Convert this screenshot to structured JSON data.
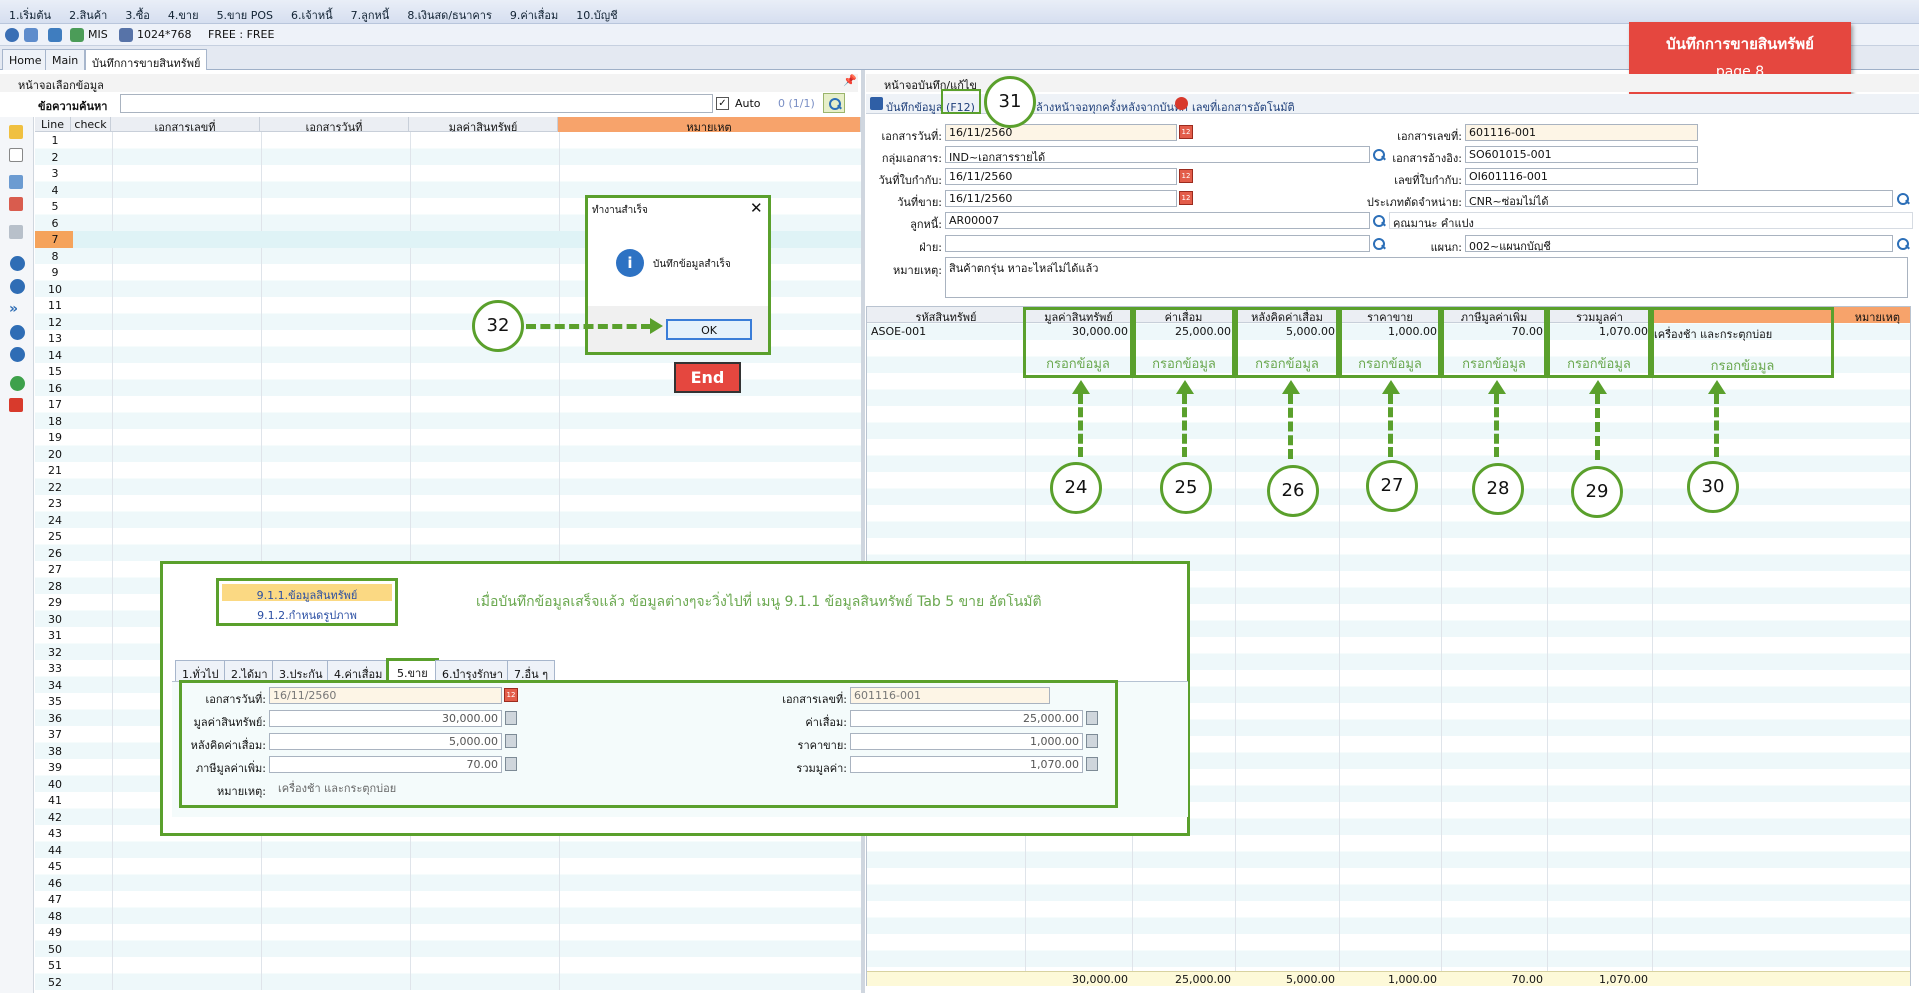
{
  "menu": [
    "1.เริ่มต้น",
    "2.สินค้า",
    "3.ซื้อ",
    "4.ขาย",
    "5.ขาย POS",
    "6.เจ้าหนี้",
    "7.ลูกหนี้",
    "8.เงินสด/ธนาคาร",
    "9.ค่าเสื่อม",
    "10.บัญชี"
  ],
  "toolbar": {
    "mis": "MIS",
    "resolution": "1024*768",
    "free": "FREE : FREE"
  },
  "tabs": [
    "Home",
    "Main",
    "บันทึกการขายสินทรัพย์"
  ],
  "page_badge": {
    "title": "บันทึกการขายสินทรัพย์",
    "page": "page 8",
    "color": "#e5473f"
  },
  "left": {
    "panel_title": "หน้าจอเลือกข้อมูล",
    "search_label": "ข้อความค้นหา",
    "auto_label": "Auto",
    "count": "0 (1/1)",
    "columns": [
      "Line",
      "check",
      "เอกสารเลขที่",
      "เอกสารวันที่",
      "มูลค่าสินทรัพย์",
      "หมายเหตุ"
    ],
    "rows": [
      "1",
      "2",
      "3",
      "4",
      "5",
      "6",
      "7",
      "8",
      "9",
      "10",
      "11",
      "12",
      "13",
      "14",
      "15",
      "16",
      "17",
      "18",
      "19",
      "20",
      "21",
      "22",
      "23",
      "24",
      "25",
      "26",
      "27",
      "28",
      "29",
      "30",
      "31",
      "32",
      "33",
      "34",
      "35",
      "36",
      "37",
      "38",
      "39",
      "40",
      "41",
      "42",
      "43",
      "44",
      "45",
      "46",
      "47",
      "48",
      "49",
      "50",
      "51",
      "52"
    ]
  },
  "dialog": {
    "title": "ทำงานสำเร็จ",
    "message": "บันทึกข้อมูลสำเร็จ",
    "ok": "OK"
  },
  "end_label": "End",
  "right": {
    "panel_title": "หน้าจอบันทึก/แก้ไข",
    "save_label": "บันทึกข้อมูล (F12)",
    "clear_label": "ล้างหน้าจอทุกครั้งหลังจากบันทึก",
    "auto_doc_label": "เลขที่เอกสารอัตโนมัติ",
    "form": {
      "doc_date_label": "เอกสารวันที่:",
      "doc_date": "16/11/2560",
      "doc_group_label": "กลุ่มเอกสาร:",
      "doc_group": "IND~เอกสารรายได้",
      "tax_date_label": "วันที่ใบกำกับ:",
      "tax_date": "16/11/2560",
      "sale_date_label": "วันที่ขาย:",
      "sale_date": "16/11/2560",
      "customer_label": "ลูกหนี้:",
      "customer": "AR00007",
      "customer_name": "คุณมานะ คำแปง",
      "dept_label": "ฝ่าย:",
      "dept": "",
      "remark_label": "หมายเหตุ:",
      "remark": "สินค้าตกรุ่น หาอะไหล่ไม่ได้แล้ว",
      "doc_no_label": "เอกสารเลขที่:",
      "doc_no": "601116-001",
      "ref_doc_label": "เอกสารอ้างอิง:",
      "ref_doc": "SO601015-001",
      "tax_no_label": "เลขที่ใบกำกับ:",
      "tax_no": "OI601116-001",
      "dispose_type_label": "ประเภทตัดจำหน่าย:",
      "dispose_type": "CNR~ซ่อมไม่ได้",
      "division_label": "แผนก:",
      "division": "002~แผนกบัญชี"
    },
    "columns": [
      "รหัสสินทรัพย์",
      "มูลค่าสินทรัพย์",
      "ค่าเสื่อม",
      "หลังคิดค่าเสื่อม",
      "ราคาขาย",
      "ภาษีมูลค่าเพิ่ม",
      "รวมมูลค่า",
      "หมายเหตุ"
    ],
    "row": [
      "ASOE-001",
      "30,000.00",
      "25,000.00",
      "5,000.00",
      "1,000.00",
      "70.00",
      "1,070.00",
      "เครื่องช้า และกระตุกบ่อย"
    ],
    "totals": [
      "30,000.00",
      "25,000.00",
      "5,000.00",
      "1,000.00",
      "70.00",
      "1,070.00"
    ],
    "fill_note": "กรอกข้อมูล"
  },
  "callouts": [
    "24",
    "25",
    "26",
    "27",
    "28",
    "29",
    "30",
    "31",
    "32"
  ],
  "info": {
    "menu_items": [
      "9.1.1.ข้อมูลสินทรัพย์",
      "9.1.2.กำหนดรูปภาพ"
    ],
    "note": "เมื่อบันทึกข้อมูลเสร็จแล้ว ข้อมูลต่างๆจะวิ่งไปที่ เมนู 9.1.1 ข้อมูลสินทรัพย์ Tab 5 ขาย อัตโนมัติ",
    "tabs": [
      "1.ทั่วไป",
      "2.ได้มา",
      "3.ประกัน",
      "4.ค่าเสื่อม",
      "5.ขาย",
      "6.บำรุงรักษา",
      "7.อื่น ๆ"
    ],
    "doc_date_label": "เอกสารวันที่:",
    "doc_date": "16/11/2560",
    "doc_no_label": "เอกสารเลขที่:",
    "doc_no": "601116-001",
    "asset_value_label": "มูลค่าสินทรัพย์:",
    "asset_value": "30,000.00",
    "depr_label": "ค่าเสื่อม:",
    "depr": "25,000.00",
    "after_depr_label": "หลังคิดค่าเสื่อม:",
    "after_depr": "5,000.00",
    "price_label": "ราคาขาย:",
    "price": "1,000.00",
    "vat_label": "ภาษีมูลค่าเพิ่ม:",
    "vat": "70.00",
    "total_label": "รวมมูลค่า:",
    "total": "1,070.00",
    "remark_label": "หมายเหตุ:",
    "remark": "เครื่องช้า และกระตุกบ่อย"
  }
}
